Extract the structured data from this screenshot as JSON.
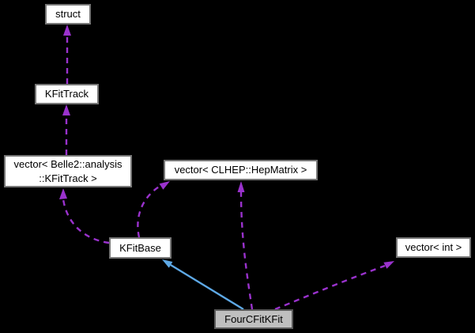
{
  "diagram": {
    "kind": "collaboration-graph",
    "colors": {
      "background": "#000000",
      "node_bg": "#ffffff",
      "node_border": "#777777",
      "node_text": "#000000",
      "highlight_bg": "#bfbfbf",
      "highlight_border": "#5a5a5a",
      "usage_edge": "#9a32cd",
      "inheritance_edge": "#5ea9e6"
    },
    "nodes": {
      "struct": {
        "label": "struct"
      },
      "kfittrack": {
        "label": "KFitTrack"
      },
      "vec_kfittrack": {
        "line1": "vector< Belle2::analysis",
        "line2": "::KFitTrack >"
      },
      "vec_hepmatrix": {
        "label": "vector< CLHEP::HepMatrix >"
      },
      "kfitbase": {
        "label": "KFitBase"
      },
      "vec_int": {
        "label": "vector< int >"
      },
      "fourcfitkfit": {
        "label": "FourCFitKFit",
        "highlighted": true
      }
    },
    "edges": [
      {
        "from": "KFitTrack",
        "to": "struct",
        "type": "usage",
        "style": "dashed"
      },
      {
        "from": "vector< Belle2::analysis::KFitTrack >",
        "to": "KFitTrack",
        "type": "usage",
        "style": "dashed"
      },
      {
        "from": "KFitBase",
        "to": "vector< Belle2::analysis::KFitTrack >",
        "type": "usage",
        "style": "dashed"
      },
      {
        "from": "KFitBase",
        "to": "vector< CLHEP::HepMatrix >",
        "type": "usage",
        "style": "dashed"
      },
      {
        "from": "FourCFitKFit",
        "to": "vector< CLHEP::HepMatrix >",
        "type": "usage",
        "style": "dashed"
      },
      {
        "from": "FourCFitKFit",
        "to": "KFitBase",
        "type": "inheritance",
        "style": "solid"
      },
      {
        "from": "FourCFitKFit",
        "to": "vector< int >",
        "type": "usage",
        "style": "dashed"
      }
    ]
  }
}
